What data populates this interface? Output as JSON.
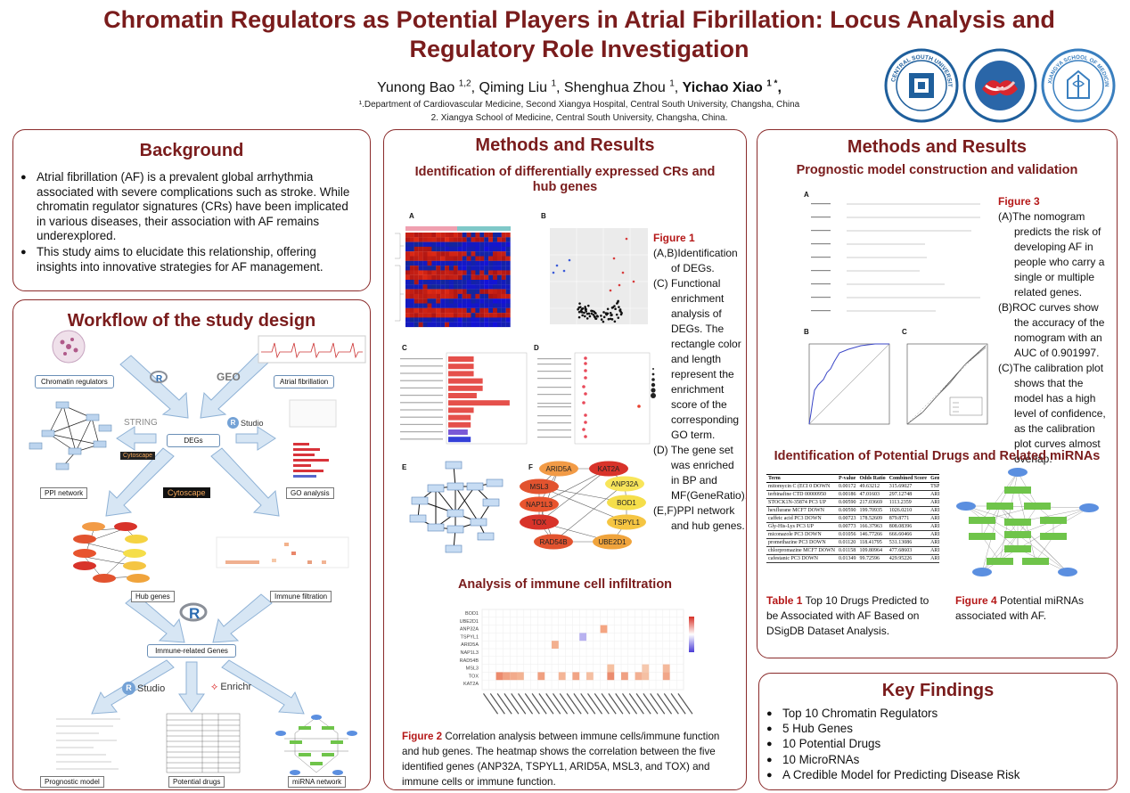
{
  "header": {
    "title_line1": "Chromatin Regulators as Potential Players in Atrial Fibrillation: Locus Analysis and",
    "title_line2": "Regulatory Role Investigation",
    "authors": [
      {
        "name": "Yunong Bao ",
        "sup": "1,2",
        "sep": ", "
      },
      {
        "name": "Qiming Liu ",
        "sup": "1",
        "sep": ", "
      },
      {
        "name": "Shenghua Zhou ",
        "sup": "1",
        "sep": ", "
      },
      {
        "name": "Yichao Xiao ",
        "sup": "1 *",
        "sep": ","
      }
    ],
    "affiliation1": "¹.Department of Cardiovascular Medicine, Second Xiangya Hospital, Central South University, Changsha, China",
    "affiliation2": "2. Xiangya School of Medicine, Central South University, Changsha, China.",
    "logo1_text": "CENTRAL SOUTH UNIVERSITY",
    "logo3_text": "XIANGYA SCHOOL OF MEDICINE"
  },
  "background": {
    "title": "Background",
    "bullets": [
      "Atrial fibrillation (AF) is a prevalent global arrhythmia associated with severe complications such as stroke. While chromatin regulator signatures (CRs) have been implicated in various diseases, their association with AF remains underexplored.",
      "This study aims to elucidate this relationship, offering insights into innovative strategies for AF management."
    ]
  },
  "workflow": {
    "title": "Workflow of the study design",
    "labels": {
      "chromatin": "Chromatin regulators",
      "af": "Atrial fibrillation",
      "degs": "DEGs",
      "ppi": "PPI network",
      "go": "GO analysis",
      "hub": "Hub genes",
      "immune": "Immune filtration",
      "immune_genes": "Immune-related Genes",
      "prognostic": "Prognostic model",
      "drugs": "Potential drugs",
      "mirna": "miRNA network"
    },
    "tools": {
      "string": "STRING",
      "rstudio": "Studio",
      "cytoscape": "Cytoscape",
      "enrichr": "Enrichr",
      "r": "R",
      "geo": "GEO"
    }
  },
  "middle": {
    "title": "Methods and Results",
    "subtitle1": "Identification of differentially expressed CRs  and hub genes",
    "fig_labels": [
      "A",
      "B",
      "C",
      "D",
      "E",
      "F"
    ],
    "fig1_caption": {
      "head": "Figure 1",
      "lines": [
        "(A,B)Identification",
        "of DEGs.",
        "(C) Functional",
        "enrichment",
        "analysis of",
        "DEGs. The",
        "rectangle color",
        "and length",
        "represent the",
        "enrichment",
        "score of the",
        "corresponding",
        "GO term.",
        "(D) The gene set",
        "was enriched",
        "in BP and",
        "MF(GeneRatio).",
        "(E,F)PPI network",
        "and hub genes."
      ]
    },
    "hub_genes": [
      "ARID5A",
      "KAT2A",
      "MSL3",
      "ANP32A",
      "NAP1L3",
      "BOD1",
      "TOX",
      "TSPYL1",
      "RAD54B",
      "UBE2D1"
    ],
    "subtitle2": "Analysis of immune cell infiltration",
    "heatmap_rows": [
      "BOD1",
      "UBE2D1",
      "ANP32A",
      "TSPYL1",
      "ARID5A",
      "NAP1L3",
      "RAD54B",
      "MSL3",
      "TOX",
      "KAT2A"
    ],
    "fig2_caption_head": "Figure 2",
    "fig2_caption_body": " Correlation analysis between immune cells/immune function and hub genes. The heatmap shows the correlation between the five identified genes (ANP32A, TSPYL1, ARID5A, MSL3, and TOX) and immune cells or immune function."
  },
  "right": {
    "title": "Methods and Results",
    "subtitle1": "Prognostic model construction and validation",
    "fig_labels": [
      "A",
      "B",
      "C"
    ],
    "fig3_caption": {
      "head": "Figure 3",
      "items": [
        {
          "first": "(A)The nomogram",
          "rest": [
            "predicts the risk of",
            "developing AF in",
            "people who carry a",
            "single or multiple",
            "related genes."
          ]
        },
        {
          "first": "(B)ROC curves show",
          "rest": [
            "the accuracy of the",
            "nomogram with an",
            "AUC of 0.901997."
          ]
        },
        {
          "first": "(C)The calibration plot",
          "rest": [
            "shows that the",
            "model has a high",
            "level of confidence,",
            "as the calibration",
            "plot curves almost",
            "overlap."
          ]
        }
      ]
    },
    "subtitle2": "Identification of Potential Drugs and Related miRNAs",
    "table1_caption_head": "Table 1",
    "table1_caption_body": " Top 10 Drugs Predicted to be Associated with AF Based on DSigDB Dataset Analysis.",
    "fig4_caption_head": "Figure 4",
    "fig4_caption_body": " Potential miRNAs associated with AF."
  },
  "findings": {
    "title": "Key Findings",
    "items": [
      "Top 10 Chromatin Regulators",
      "5 Hub Genes",
      "10 Potential Drugs",
      "10 MicroRNAs",
      " A Credible Model for Predicting Disease Risk"
    ]
  },
  "colors": {
    "accent": "#7a1c1c",
    "caption_red": "#b51818",
    "arrow_blue": "#cfe0f1",
    "node_green": "#6fc44a"
  }
}
